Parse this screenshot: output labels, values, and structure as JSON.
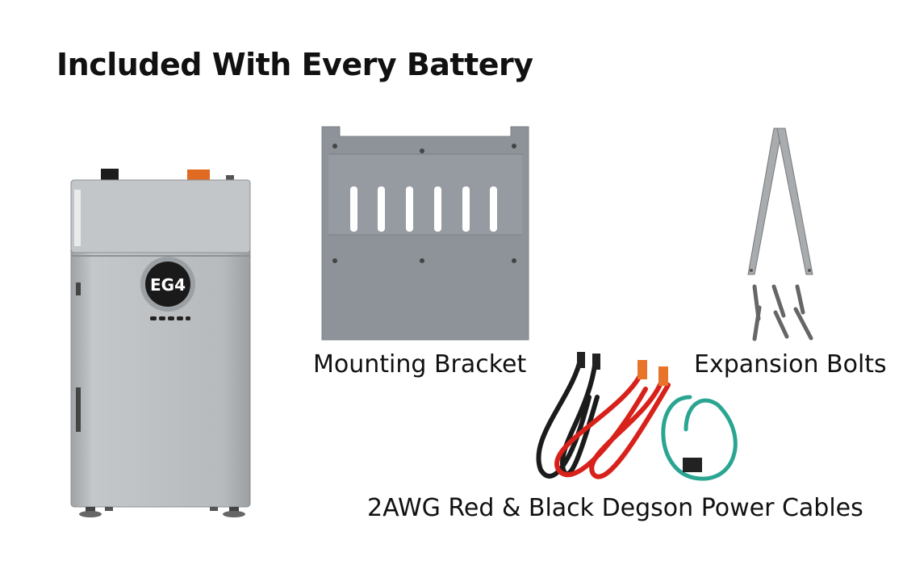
{
  "heading": "Included With Every Battery",
  "items": [
    {
      "key": "battery",
      "label": ""
    },
    {
      "key": "bracket",
      "label": "Mounting Bracket"
    },
    {
      "key": "bolts",
      "label": "Expansion Bolts"
    },
    {
      "key": "cables",
      "label": "2AWG Red & Black Degson Power Cables"
    }
  ],
  "battery_logo": "EG4",
  "colors": {
    "battery_body": "#b9bcbe",
    "bracket": "#8b9196",
    "red_cable": "#d8211b",
    "black_cable": "#1b1b1b",
    "green_cable": "#2aa592",
    "connector_orange": "#e8742a"
  }
}
